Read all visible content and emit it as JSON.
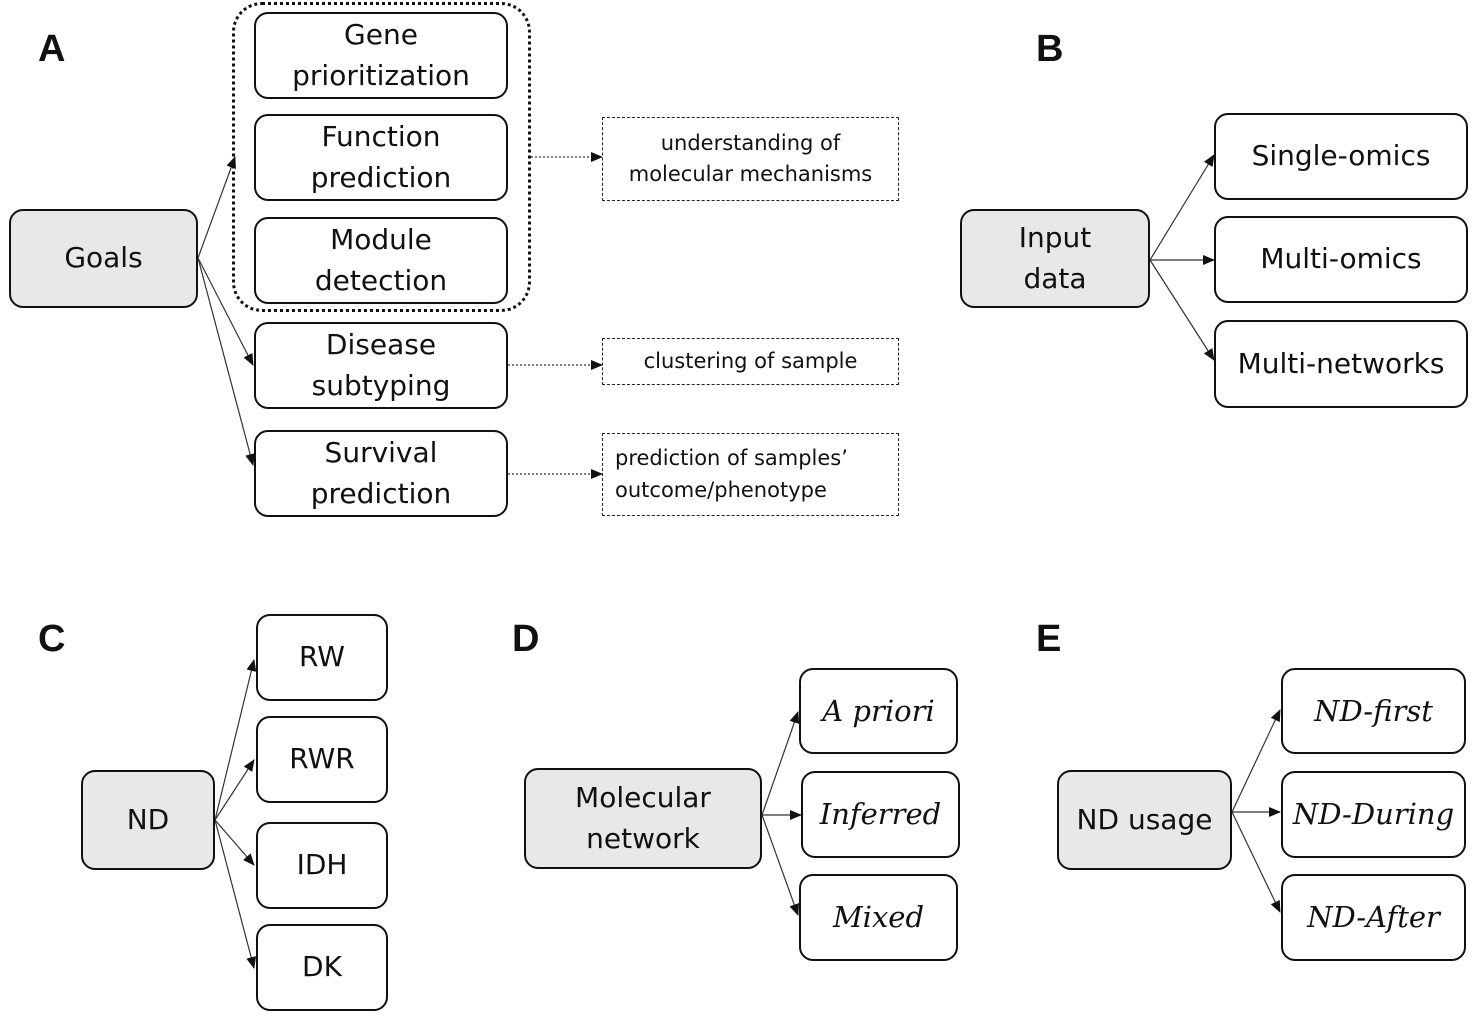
{
  "panels": {
    "a": {
      "label": "A",
      "goals": "Goals",
      "gene_prioritization": "Gene\nprioritization",
      "function_prediction": "Function\nprediction",
      "module_detection": "Module\ndetection",
      "disease_subtyping": "Disease\nsubtyping",
      "survival_prediction": "Survival\nprediction",
      "note_mechanisms": "understanding of\nmolecular mechanisms",
      "note_clustering": "clustering of sample",
      "note_outcome": "prediction of samples’\noutcome/phenotype"
    },
    "b": {
      "label": "B",
      "input_data": "Input\ndata",
      "single_omics": "Single-omics",
      "multi_omics": "Multi-omics",
      "multi_networks": "Multi-networks"
    },
    "c": {
      "label": "C",
      "nd": "ND",
      "rw": "RW",
      "rwr": "RWR",
      "idh": "IDH",
      "dk": "DK"
    },
    "d": {
      "label": "D",
      "molecular_network": "Molecular\nnetwork",
      "a_priori": "A priori",
      "inferred": "Inferred",
      "mixed": "Mixed"
    },
    "e": {
      "label": "E",
      "nd_usage": "ND usage",
      "nd_first": "ND-first",
      "nd_during": "ND-During",
      "nd_after": "ND-After"
    }
  },
  "colors": {
    "source_fill": "#e8e8e8",
    "stroke": "#111111"
  }
}
